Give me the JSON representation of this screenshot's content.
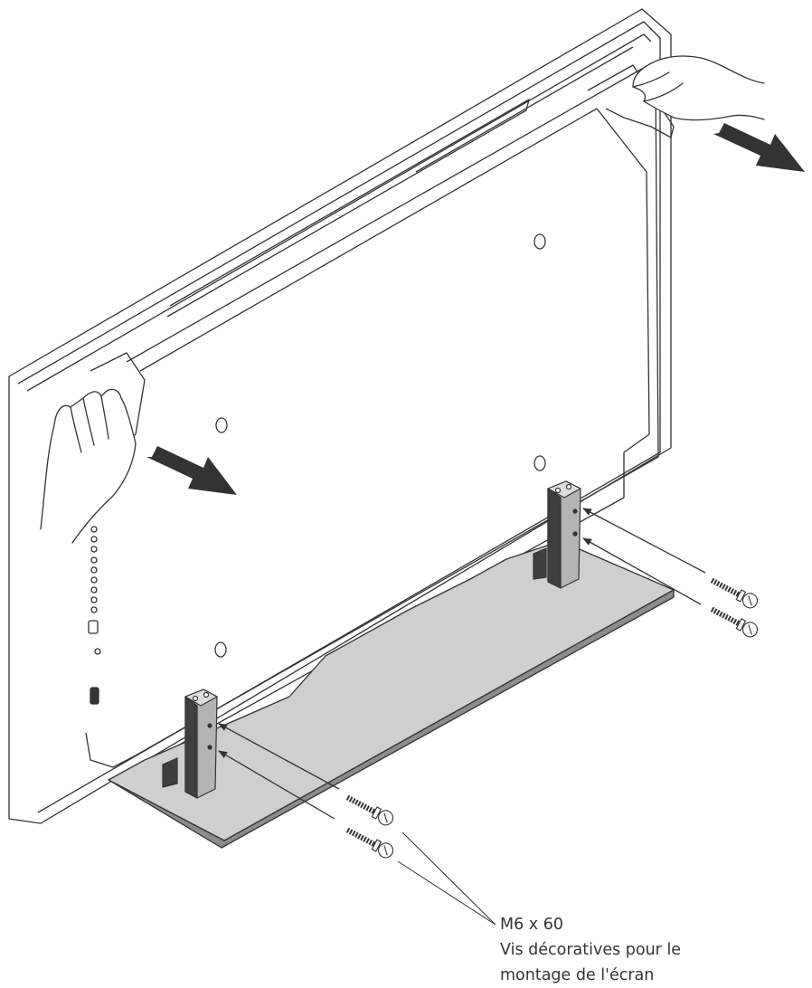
{
  "caption": {
    "screw_spec": "M6 x 60",
    "description_line1": "Vis décoratives pour le",
    "description_line2": "montage de l'écran"
  },
  "colors": {
    "line": "#333333",
    "stand_base": "#cfcfcf",
    "stand_edge": "#8c8c8c",
    "pillar": "#b4b4b4",
    "pillar_dark": "#3f3f3f",
    "arrow": "#333333"
  },
  "icons": [
    "hand-icon",
    "arrow-icon",
    "screw-icon"
  ]
}
